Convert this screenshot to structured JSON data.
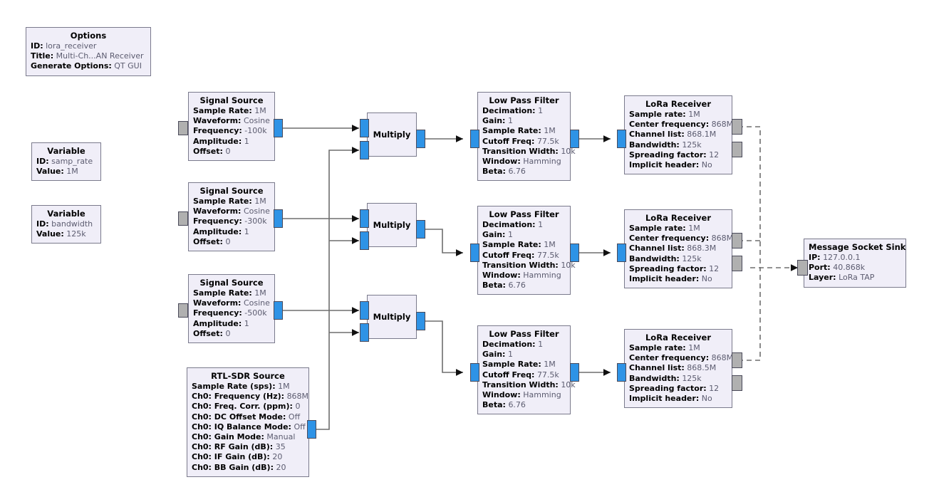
{
  "app": {
    "name": "GNU Radio Companion Flowgraph",
    "background_color": "#ffffff",
    "block_fill_color": "#f0eef8",
    "block_border_color": "#7a7a8c",
    "stream_port_color": "#2e93e6",
    "message_port_color": "#b0b0b0",
    "wire_color": "#6e6e6e",
    "label_key_color": "#000000",
    "label_value_color": "#5c5c70"
  },
  "blocks": {
    "options": {
      "title": "Options",
      "rows": [
        {
          "key": "ID:",
          "value": "lora_receiver"
        },
        {
          "key": "Title:",
          "value": "Multi-Ch...AN Receiver"
        },
        {
          "key": "Generate Options:",
          "value": "QT GUI"
        }
      ]
    },
    "variable_samp_rate": {
      "title": "Variable",
      "rows": [
        {
          "key": "ID:",
          "value": "samp_rate"
        },
        {
          "key": "Value:",
          "value": "1M"
        }
      ]
    },
    "variable_bandwidth": {
      "title": "Variable",
      "rows": [
        {
          "key": "ID:",
          "value": "bandwidth"
        },
        {
          "key": "Value:",
          "value": "125k"
        }
      ]
    },
    "signal_source_1": {
      "title": "Signal Source",
      "rows": [
        {
          "key": "Sample Rate:",
          "value": "1M"
        },
        {
          "key": "Waveform:",
          "value": "Cosine"
        },
        {
          "key": "Frequency:",
          "value": "-100k"
        },
        {
          "key": "Amplitude:",
          "value": "1"
        },
        {
          "key": "Offset:",
          "value": "0"
        }
      ]
    },
    "signal_source_2": {
      "title": "Signal Source",
      "rows": [
        {
          "key": "Sample Rate:",
          "value": "1M"
        },
        {
          "key": "Waveform:",
          "value": "Cosine"
        },
        {
          "key": "Frequency:",
          "value": "-300k"
        },
        {
          "key": "Amplitude:",
          "value": "1"
        },
        {
          "key": "Offset:",
          "value": "0"
        }
      ]
    },
    "signal_source_3": {
      "title": "Signal Source",
      "rows": [
        {
          "key": "Sample Rate:",
          "value": "1M"
        },
        {
          "key": "Waveform:",
          "value": "Cosine"
        },
        {
          "key": "Frequency:",
          "value": "-500k"
        },
        {
          "key": "Amplitude:",
          "value": "1"
        },
        {
          "key": "Offset:",
          "value": "0"
        }
      ]
    },
    "rtl_sdr_source": {
      "title": "RTL-SDR Source",
      "rows": [
        {
          "key": "Sample Rate (sps):",
          "value": "1M"
        },
        {
          "key": "Ch0: Frequency (Hz):",
          "value": "868M"
        },
        {
          "key": "Ch0: Freq. Corr. (ppm):",
          "value": "0"
        },
        {
          "key": "Ch0: DC Offset Mode:",
          "value": "Off"
        },
        {
          "key": "Ch0: IQ Balance Mode:",
          "value": "Off"
        },
        {
          "key": "Ch0: Gain Mode:",
          "value": "Manual"
        },
        {
          "key": "Ch0: RF Gain (dB):",
          "value": "35"
        },
        {
          "key": "Ch0: IF Gain (dB):",
          "value": "20"
        },
        {
          "key": "Ch0: BB Gain (dB):",
          "value": "20"
        }
      ]
    },
    "multiply_1": {
      "title": "Multiply"
    },
    "multiply_2": {
      "title": "Multiply"
    },
    "multiply_3": {
      "title": "Multiply"
    },
    "low_pass_filter_1": {
      "title": "Low Pass Filter",
      "rows": [
        {
          "key": "Decimation:",
          "value": "1"
        },
        {
          "key": "Gain:",
          "value": "1"
        },
        {
          "key": "Sample Rate:",
          "value": "1M"
        },
        {
          "key": "Cutoff Freq:",
          "value": "77.5k"
        },
        {
          "key": "Transition Width:",
          "value": "10k"
        },
        {
          "key": "Window:",
          "value": "Hamming"
        },
        {
          "key": "Beta:",
          "value": "6.76"
        }
      ]
    },
    "low_pass_filter_2": {
      "title": "Low Pass Filter",
      "rows": [
        {
          "key": "Decimation:",
          "value": "1"
        },
        {
          "key": "Gain:",
          "value": "1"
        },
        {
          "key": "Sample Rate:",
          "value": "1M"
        },
        {
          "key": "Cutoff Freq:",
          "value": "77.5k"
        },
        {
          "key": "Transition Width:",
          "value": "10k"
        },
        {
          "key": "Window:",
          "value": "Hamming"
        },
        {
          "key": "Beta:",
          "value": "6.76"
        }
      ]
    },
    "low_pass_filter_3": {
      "title": "Low Pass Filter",
      "rows": [
        {
          "key": "Decimation:",
          "value": "1"
        },
        {
          "key": "Gain:",
          "value": "1"
        },
        {
          "key": "Sample Rate:",
          "value": "1M"
        },
        {
          "key": "Cutoff Freq:",
          "value": "77.5k"
        },
        {
          "key": "Transition Width:",
          "value": "10k"
        },
        {
          "key": "Window:",
          "value": "Hamming"
        },
        {
          "key": "Beta:",
          "value": "6.76"
        }
      ]
    },
    "lora_receiver_1": {
      "title": "LoRa Receiver",
      "rows": [
        {
          "key": "Sample rate:",
          "value": "1M"
        },
        {
          "key": "Center frequency:",
          "value": "868M"
        },
        {
          "key": "Channel list:",
          "value": "868.1M"
        },
        {
          "key": "Bandwidth:",
          "value": "125k"
        },
        {
          "key": "Spreading factor:",
          "value": "12"
        },
        {
          "key": "Implicit header:",
          "value": "No"
        }
      ]
    },
    "lora_receiver_2": {
      "title": "LoRa Receiver",
      "rows": [
        {
          "key": "Sample rate:",
          "value": "1M"
        },
        {
          "key": "Center frequency:",
          "value": "868M"
        },
        {
          "key": "Channel list:",
          "value": "868.3M"
        },
        {
          "key": "Bandwidth:",
          "value": "125k"
        },
        {
          "key": "Spreading factor:",
          "value": "12"
        },
        {
          "key": "Implicit header:",
          "value": "No"
        }
      ]
    },
    "lora_receiver_3": {
      "title": "LoRa Receiver",
      "rows": [
        {
          "key": "Sample rate:",
          "value": "1M"
        },
        {
          "key": "Center frequency:",
          "value": "868M"
        },
        {
          "key": "Channel list:",
          "value": "868.5M"
        },
        {
          "key": "Bandwidth:",
          "value": "125k"
        },
        {
          "key": "Spreading factor:",
          "value": "12"
        },
        {
          "key": "Implicit header:",
          "value": "No"
        }
      ]
    },
    "message_socket_sink": {
      "title": "Message Socket Sink",
      "rows": [
        {
          "key": "IP:",
          "value": "127.0.0.1"
        },
        {
          "key": "Port:",
          "value": "40.868k"
        },
        {
          "key": "Layer:",
          "value": "LoRa TAP"
        }
      ]
    }
  }
}
